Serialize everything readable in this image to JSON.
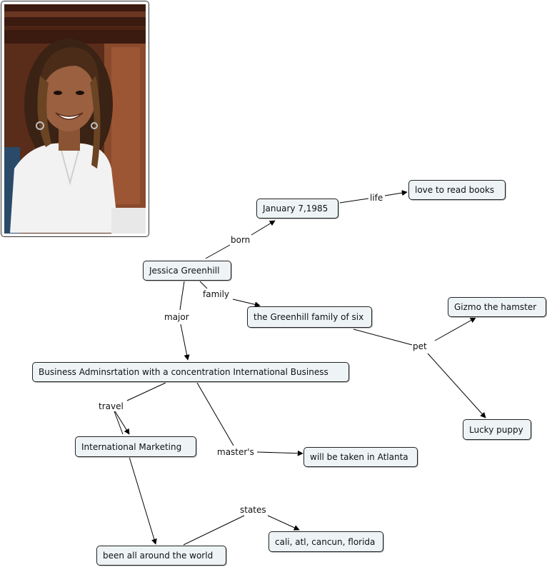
{
  "photo": {
    "description_alt": "Portrait photo"
  },
  "nodes": {
    "jessica": "Jessica Greenhill",
    "birthday": "January 7,1985",
    "reading": "love to read books",
    "family": "the Greenhill family of six",
    "gizmo": "Gizmo the hamster",
    "lucky": "Lucky puppy",
    "business": "Business Adminsrtation with a concentration International Business",
    "marketing": "International Marketing",
    "atlanta": "will be taken in Atlanta",
    "world": "been all around the world",
    "places": "cali, atl, cancun, florida"
  },
  "links": {
    "born": "born",
    "life": "life",
    "family": "family",
    "pet": "pet",
    "major": "major",
    "travel": "travel",
    "masters": "master's",
    "states": "states"
  },
  "colors": {
    "node_fill": "#eef4f6",
    "node_border": "#222222",
    "line": "#000000"
  }
}
